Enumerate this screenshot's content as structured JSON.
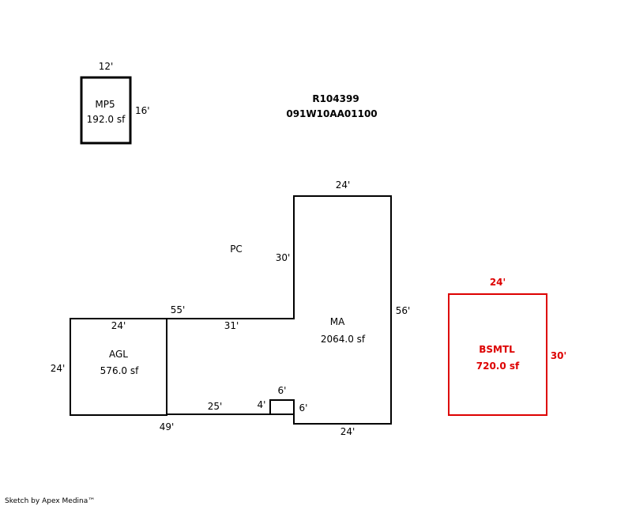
{
  "header": {
    "parcel_id": "R104399",
    "map_number": "091W10AA01100"
  },
  "colors": {
    "basement": "#dd0000",
    "outline": "#000000"
  },
  "areas": {
    "mp5": {
      "label": "MP5",
      "area": "192.0 sf",
      "dim_top": "12'",
      "dim_right": "16'"
    },
    "pc": {
      "label": "PC"
    },
    "ma": {
      "label": "MA",
      "area": "2064.0 sf"
    },
    "agl": {
      "label": "AGL",
      "area": "576.0 sf"
    },
    "bsmtl": {
      "label": "BSMTL",
      "area": "720.0 sf",
      "dim_top": "24'",
      "dim_right": "30'"
    }
  },
  "dimensions": {
    "ma_top": "24'",
    "ma_left": "30'",
    "ma_right": "56'",
    "ma_step_top": "55'",
    "ma_step_inner": "31'",
    "agl_top": "24'",
    "agl_left": "24'",
    "bottom_total": "49'",
    "bottom_run": "25'",
    "notch_left": "4'",
    "notch_top": "6'",
    "notch_right": "6'",
    "ma_bottom": "24'"
  },
  "footer": {
    "credit": "Sketch by Apex Medina™"
  }
}
